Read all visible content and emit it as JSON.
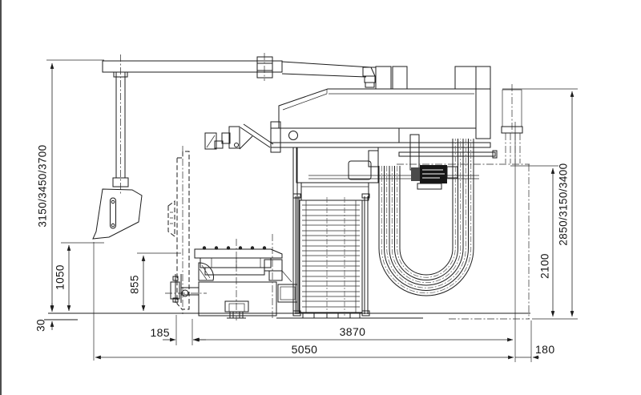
{
  "page": {
    "paper_color": "#ffffff",
    "ink_color": "#1c1c1c"
  },
  "drawing": {
    "kind": "dimensioned side-elevation engineering drawing of an industrial machine",
    "units_implied": "mm",
    "dimensions": {
      "height_overall_variants": "3150/3450/3700",
      "height_1050": "1050",
      "floor_step_30": "30",
      "height_855": "855",
      "offset_185": "185",
      "length_3870": "3870",
      "length_5050": "5050",
      "offset_180": "180",
      "height_2100": "2100",
      "height_right_variants": "2850/3150/3400"
    }
  }
}
